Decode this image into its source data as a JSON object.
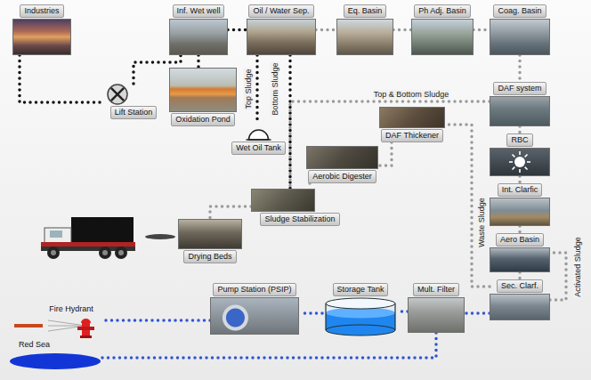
{
  "diagram": {
    "nodes": [
      {
        "text": [
          "Industries"
        ]
      },
      {
        "text": [
          "Inf. Wet well"
        ]
      },
      {
        "text": [
          "Oil / Water Sep."
        ]
      },
      {
        "text": [
          "Eq. Basin"
        ]
      },
      {
        "text": [
          "Ph Adj. Basin"
        ]
      },
      {
        "text": [
          "Coag. Basin"
        ]
      },
      {
        "text": [
          "Lift Station"
        ]
      },
      {
        "text": [
          "DAF system"
        ]
      },
      {
        "text": [
          "Oxidation Pond"
        ]
      },
      {
        "text": [
          "Wet Oil Tank"
        ]
      },
      {
        "text": [
          "DAF Thickener"
        ]
      },
      {
        "text": [
          "RBC"
        ]
      },
      {
        "text": [
          "Aerobic Digester"
        ]
      },
      {
        "text": [
          "Int. Clarfic"
        ]
      },
      {
        "text": [
          "Sludge Stabilization"
        ]
      },
      {
        "text": [
          "Aero Basin"
        ]
      },
      {
        "text": [
          "Drying Beds"
        ]
      },
      {
        "text": [
          "Pump Station (PSIP)"
        ]
      },
      {
        "text": [
          "Storage Tank"
        ]
      },
      {
        "text": [
          "Mult. Filter"
        ]
      },
      {
        "text": [
          "Sec. Clarf."
        ]
      },
      {
        "text": [
          "Fire Hydrant"
        ]
      },
      {
        "text": [
          "Red Sea"
        ]
      }
    ],
    "edges": [
      {
        "from": 0,
        "to": 6,
        "arrow": "none"
      },
      {
        "from": 6,
        "to": 1,
        "arrow": "none"
      },
      {
        "from": 1,
        "to": 2,
        "arrow": "none"
      },
      {
        "from": 1,
        "to": 8,
        "arrow": "none"
      },
      {
        "from": 2,
        "to": 9,
        "label": "Top Sludge",
        "arrow": "none"
      },
      {
        "from": 2,
        "to": 14,
        "label": "Bottom Sludge",
        "arrow": "none"
      },
      {
        "from": 2,
        "to": 3,
        "arrow": "none"
      },
      {
        "from": 3,
        "to": 4,
        "arrow": "none"
      },
      {
        "from": 4,
        "to": 5,
        "arrow": "none"
      },
      {
        "from": 5,
        "to": 7,
        "arrow": "none"
      },
      {
        "from": 7,
        "to": 11,
        "arrow": "none"
      },
      {
        "from": 11,
        "to": 13,
        "arrow": "none"
      },
      {
        "from": 13,
        "to": 15,
        "arrow": "none"
      },
      {
        "from": 15,
        "to": 20,
        "arrow": "none"
      },
      {
        "from": 7,
        "to": 14,
        "label": "Top & Bottom Sludge",
        "arrow": "none"
      },
      {
        "from": 20,
        "to": 10,
        "label": "Waste Sludge",
        "arrow": "none"
      },
      {
        "from": 20,
        "to": 15,
        "label": "Activated Sludge",
        "arrow": "none"
      },
      {
        "from": 10,
        "to": 12,
        "arrow": "none"
      },
      {
        "from": 12,
        "to": 14,
        "arrow": "none"
      },
      {
        "from": 14,
        "to": 16,
        "arrow": "none"
      },
      {
        "from": 20,
        "to": 19,
        "arrow": "none"
      },
      {
        "from": 19,
        "to": 18,
        "arrow": "none"
      },
      {
        "from": 18,
        "to": 17,
        "arrow": "none"
      },
      {
        "from": 17,
        "to": 21,
        "arrow": "none"
      },
      {
        "from": 19,
        "to": 22,
        "arrow": "none"
      }
    ]
  }
}
